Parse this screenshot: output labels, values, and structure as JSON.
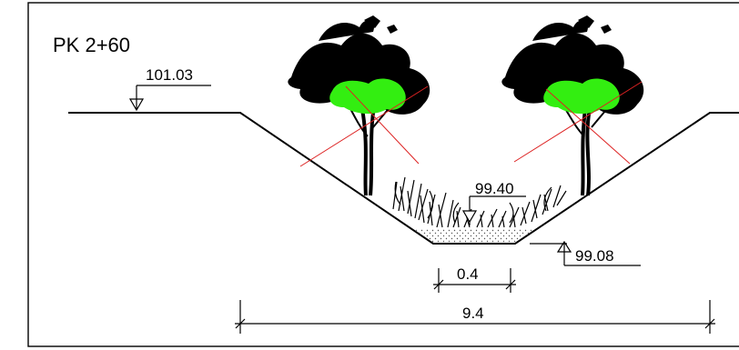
{
  "drawing": {
    "title": "PK  2+60",
    "elevations": {
      "top": "101.03",
      "water": "99.40",
      "bottom": "99.08"
    },
    "dimensions": {
      "bottom_width": "0.4",
      "top_width": "9.4"
    },
    "colors": {
      "line": "#000000",
      "canopy": "#33ee11",
      "foliage": "#000000",
      "cross": "#dd2222"
    }
  }
}
